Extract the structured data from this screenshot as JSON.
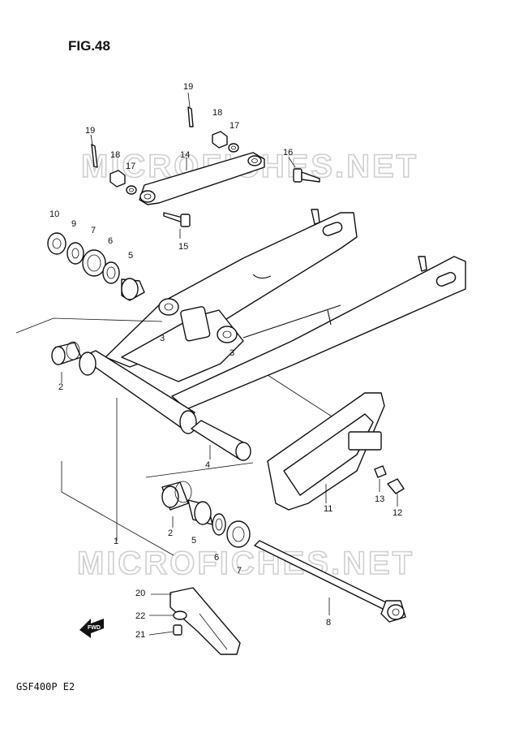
{
  "figure": {
    "title": "FIG.48",
    "model": "GSF400P  E2"
  },
  "watermark": "MICROFICHES.NET",
  "fwd_label": "FWD",
  "callouts": [
    "1",
    "2",
    "3",
    "4",
    "5",
    "6",
    "7",
    "8",
    "9",
    "10",
    "11",
    "12",
    "13",
    "14",
    "15",
    "16",
    "17",
    "18",
    "19",
    "20",
    "21",
    "22"
  ]
}
